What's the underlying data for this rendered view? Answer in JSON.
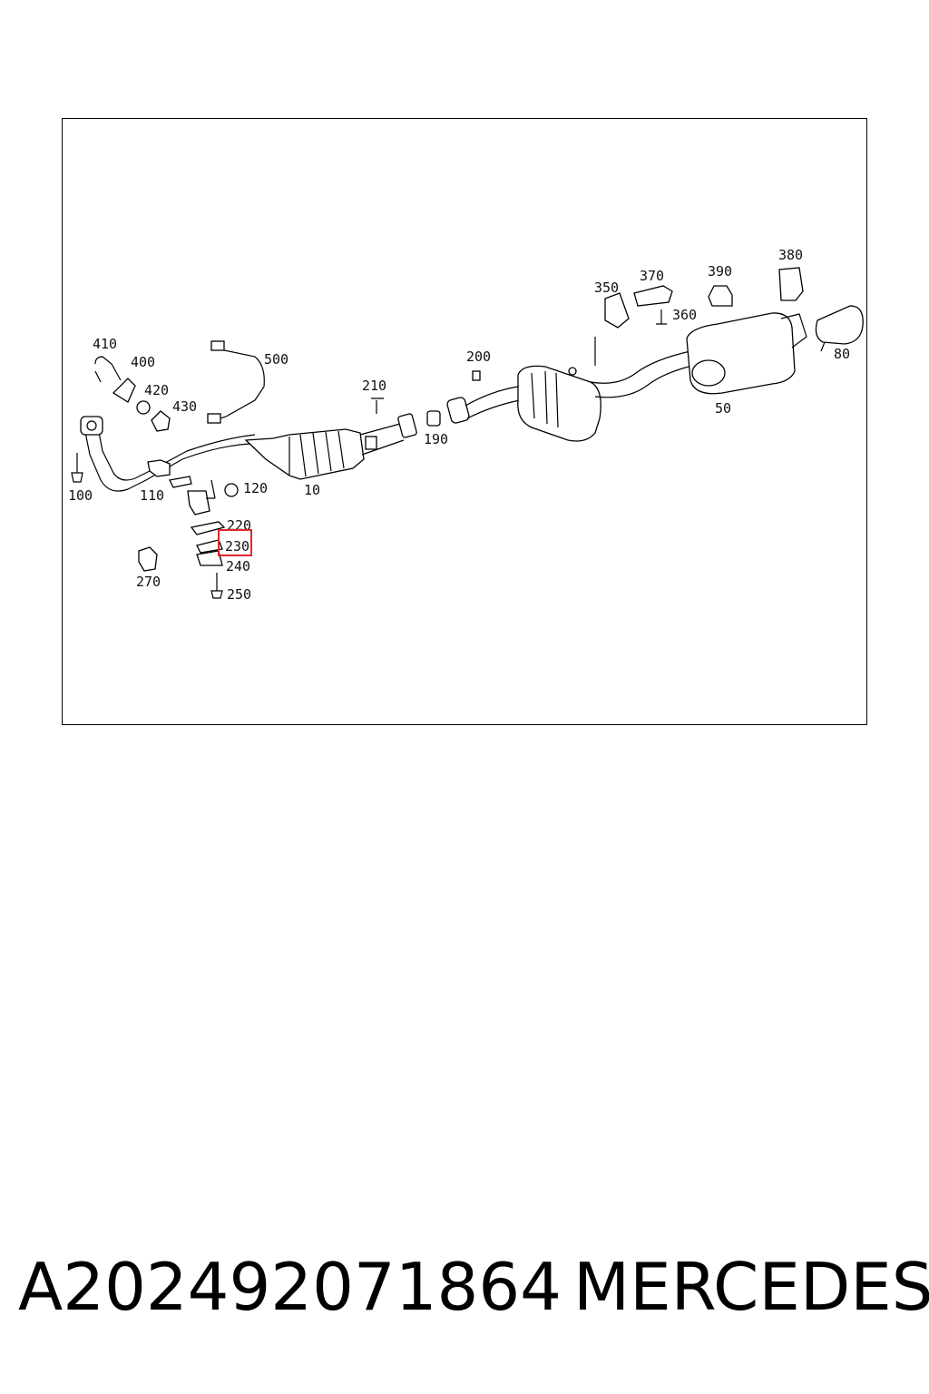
{
  "diagram": {
    "labels": {
      "l10": "10",
      "l50": "50",
      "l80": "80",
      "l100": "100",
      "l110": "110",
      "l120": "120",
      "l190": "190",
      "l200": "200",
      "l210": "210",
      "l220": "220",
      "l230": "230",
      "l240": "240",
      "l250": "250",
      "l270": "270",
      "l350": "350",
      "l360": "360",
      "l370": "370",
      "l380": "380",
      "l390": "390",
      "l400": "400",
      "l410": "410",
      "l420": "420",
      "l430": "430",
      "l500": "500"
    },
    "highlighted_label": "230",
    "highlight_color": "#e0282e"
  },
  "caption": {
    "part_number": "A202492071864",
    "brand": "MERCEDES"
  }
}
